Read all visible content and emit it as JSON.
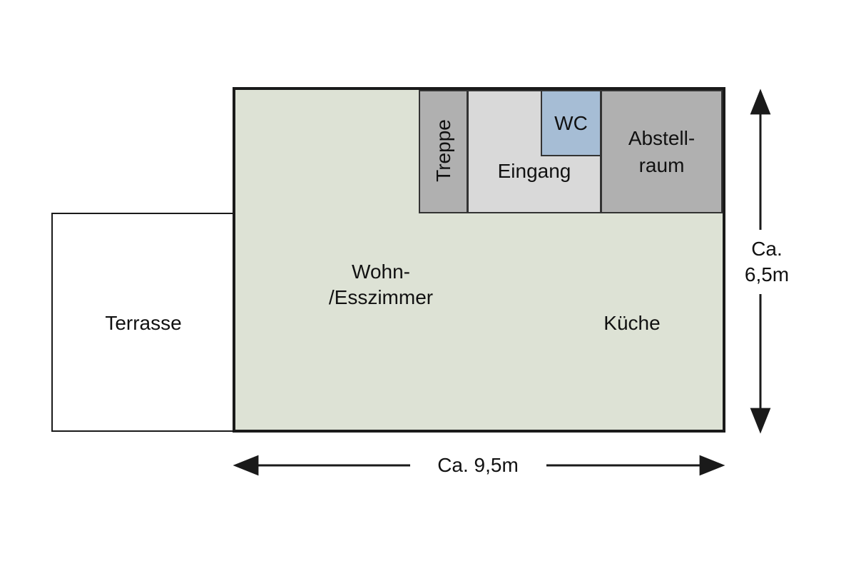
{
  "rooms": {
    "terrasse": "Terrasse",
    "wohn_line1": "Wohn-",
    "wohn_line2": "/Esszimmer",
    "kueche": "Küche",
    "treppe": "Treppe",
    "eingang": "Eingang",
    "wc": "WC",
    "abstell_line1": "Abstell-",
    "abstell_line2": "raum"
  },
  "dimensions": {
    "width": "Ca. 9,5m",
    "height_line1": "Ca.",
    "height_line2": "6,5m"
  },
  "colors": {
    "living": "#dde2d5",
    "treppe": "#b0b0b0",
    "eingang": "#d9d9d9",
    "wc": "#a6bdd5",
    "abstell": "#b0b0b0",
    "terrasse": "#ffffff",
    "outline": "#1a1a1a"
  }
}
